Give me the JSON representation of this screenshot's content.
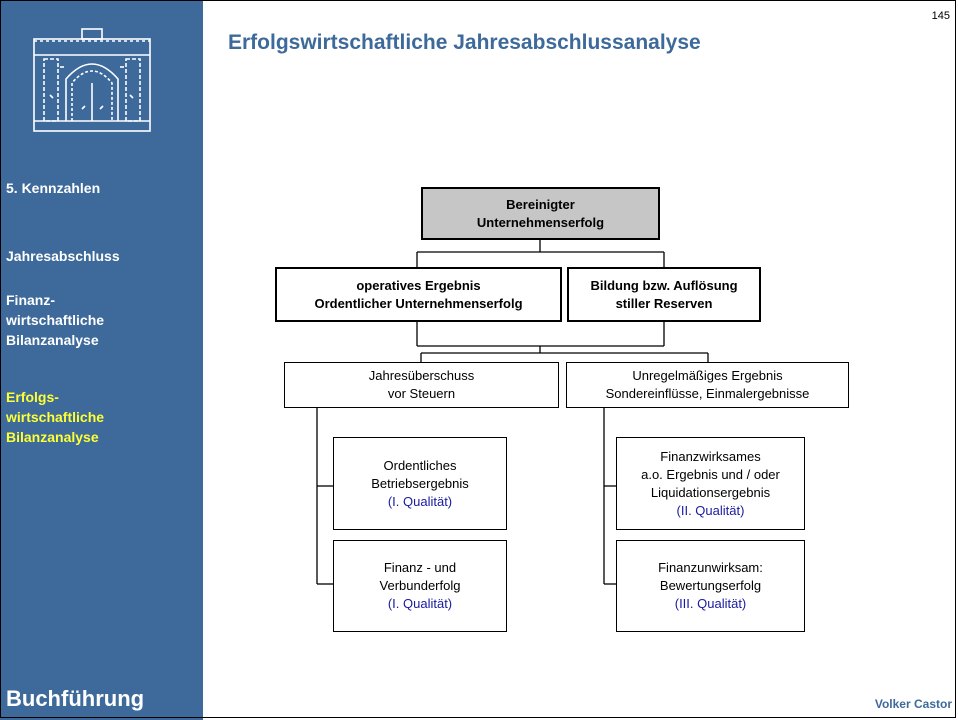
{
  "page_number": "145",
  "title": "Erfolgswirtschaftliche Jahresabschlussanalyse",
  "sidebar": {
    "items": [
      {
        "label": "5. Kennzahlen"
      },
      {
        "label": "Jahresabschluss"
      },
      {
        "label": "Finanz-\nwirtschaftliche\nBilanzanalyse"
      },
      {
        "label": "Erfolgs-\nwirtschaftliche\nBilanzanalyse"
      }
    ],
    "footer": "Buchführung"
  },
  "author": "Volker Castor",
  "diagram": {
    "root": {
      "line1": "Bereinigter",
      "line2": "Unternehmenserfolg"
    },
    "operativ": {
      "line1": "operatives Ergebnis",
      "line2": "Ordentlicher Unternehmenserfolg"
    },
    "reserven": {
      "line1": "Bildung bzw. Auflösung",
      "line2": "stiller Reserven"
    },
    "jahres": {
      "line1": "Jahresüberschuss",
      "line2": "vor Steuern"
    },
    "unregel": {
      "line1": "Unregelmäßiges Ergebnis",
      "line2": "Sondereinflüsse, Einmalergebnisse"
    },
    "betrieb": {
      "line1": "Ordentliches",
      "line2": "Betriebsergebnis",
      "quality": "(I. Qualität)"
    },
    "finanz": {
      "line1": "Finanz - und",
      "line2": "Verbunderfolg",
      "quality": "(I. Qualität)"
    },
    "finwirk": {
      "line1": "Finanzwirksames",
      "line2": "a.o. Ergebnis und / oder",
      "line3": "Liquidationsergebnis",
      "quality": "(II. Qualität)"
    },
    "finunwirk": {
      "line1": "Finanzunwirksam:",
      "line2": "Bewertungserfolg",
      "quality": "(III. Qualität)"
    }
  }
}
